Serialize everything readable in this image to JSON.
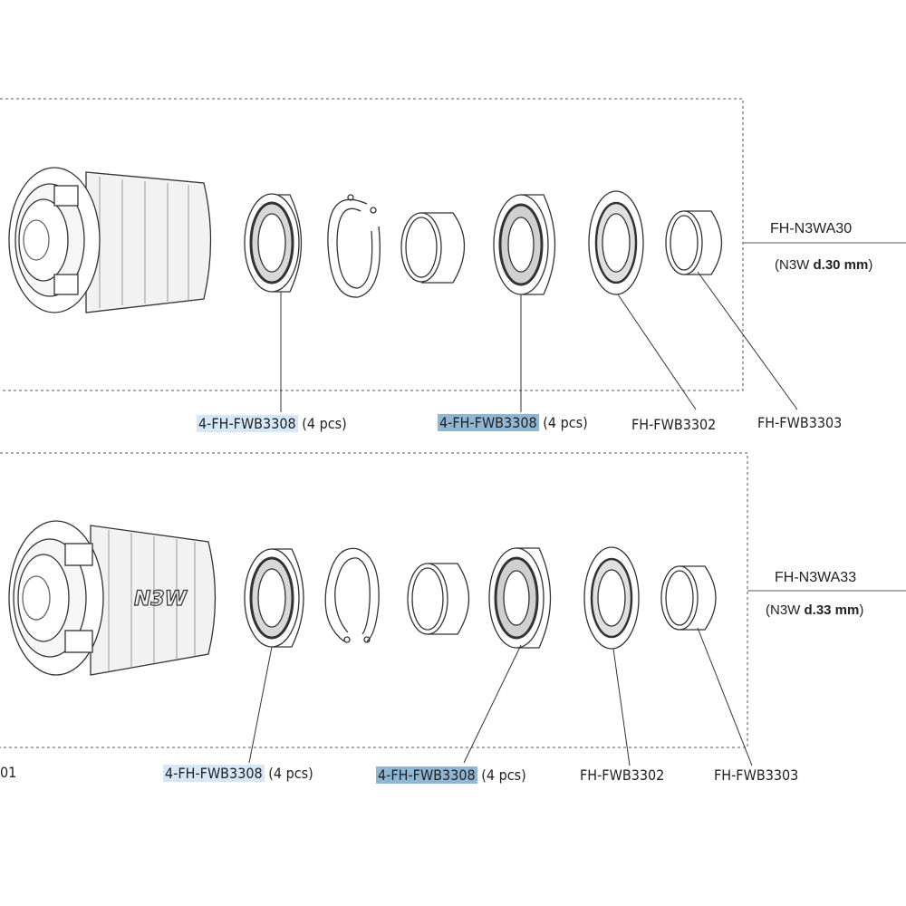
{
  "panels": [
    {
      "model": "FH-N3WA30",
      "spec_prefix": "(N3W ",
      "spec_bold": "d.30 mm",
      "spec_suffix": ")",
      "labels": [
        {
          "code": "4-FH-FWB3308",
          "qty": "(4 pcs)",
          "highlight": "light"
        },
        {
          "code": "4-FH-FWB3308",
          "qty": "(4 pcs)",
          "highlight": "dark"
        },
        {
          "code": "FH-FWB3302",
          "qty": "",
          "highlight": "none"
        },
        {
          "code": "FH-FWB3303",
          "qty": "",
          "highlight": "none"
        }
      ]
    },
    {
      "model": "FH-N3WA33",
      "spec_prefix": "(N3W ",
      "spec_bold": "d.33 mm",
      "spec_suffix": ")",
      "labels": [
        {
          "code": "4-FH-FWB3308",
          "qty": "(4 pcs)",
          "highlight": "light"
        },
        {
          "code": "4-FH-FWB3308",
          "qty": "(4 pcs)",
          "highlight": "dark"
        },
        {
          "code": "FH-FWB3302",
          "qty": "",
          "highlight": "none"
        },
        {
          "code": "FH-FWB3303",
          "qty": "",
          "highlight": "none"
        }
      ],
      "edge_fragment": "01",
      "logo_text": "N3W"
    }
  ],
  "colors": {
    "highlight_light": "#d6e8f7",
    "highlight_dark": "#8fb6d3",
    "line": "#333333"
  }
}
